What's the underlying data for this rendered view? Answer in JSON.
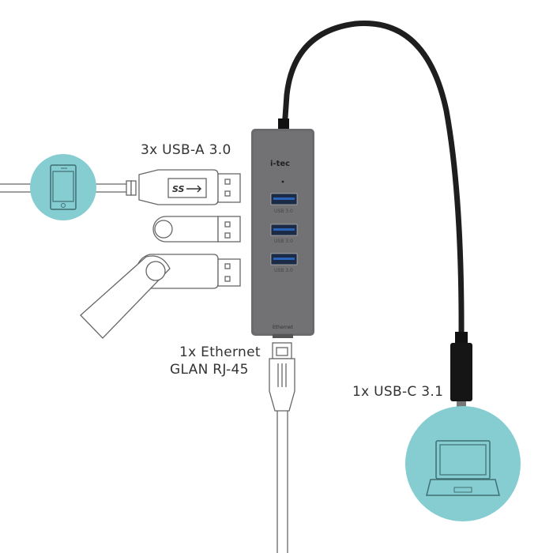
{
  "labels": {
    "usb_a": "3x USB-A 3.0",
    "ethernet_line1": "1x Ethernet",
    "ethernet_line2": "GLAN RJ-45",
    "usb_c": "1x USB-C 3.1"
  },
  "hub": {
    "logo": "i-tec",
    "ports": [
      "USB 3.0",
      "USB 3.0",
      "USB 3.0"
    ],
    "ethernet_port_label": "Ethernet"
  },
  "usb_plug_logo": "SS",
  "colors": {
    "accent_circle": "#86cdd1",
    "hub_body": "#6b6b6d",
    "port_blue": "#2a62b8",
    "cable": "#1e1e1e",
    "outline": "#555555"
  },
  "icons": [
    "smartphone-icon",
    "laptop-icon",
    "usb-stick-icon",
    "usb-cable-icon",
    "rj45-connector-icon",
    "usb-c-plug-icon"
  ]
}
